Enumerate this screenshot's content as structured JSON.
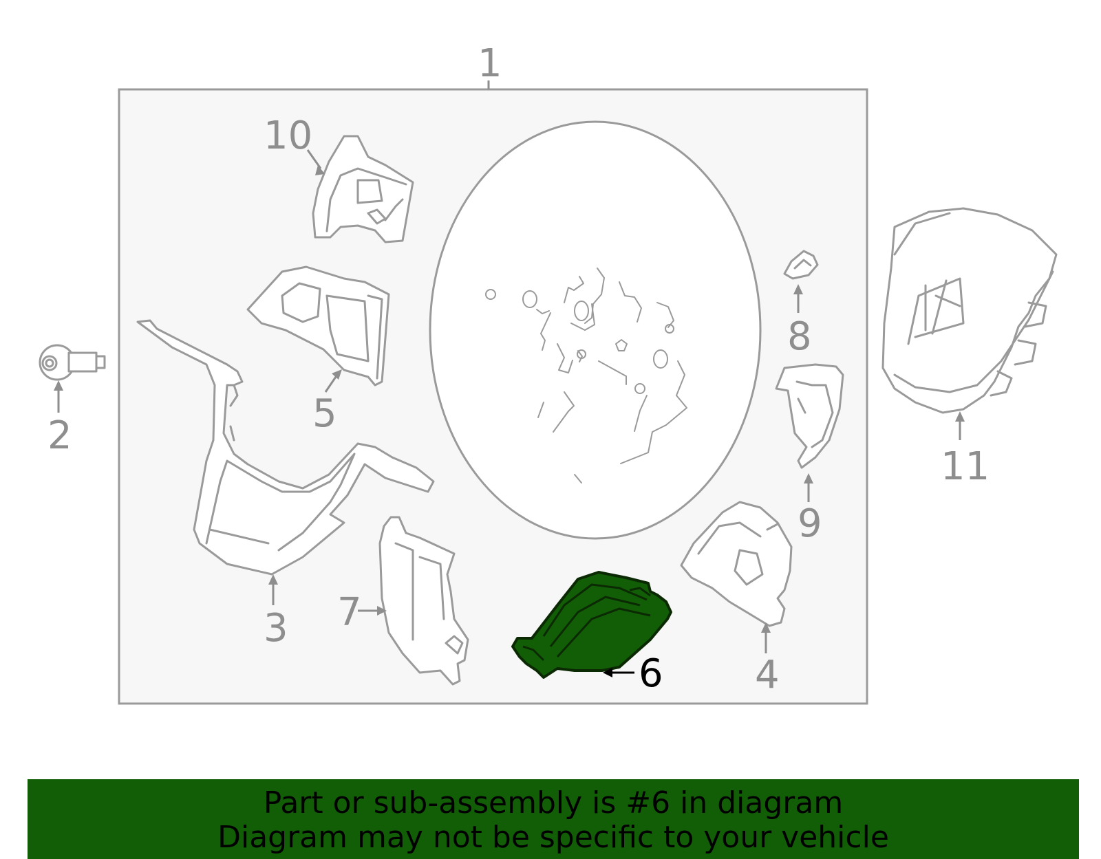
{
  "callouts": {
    "c1": "1",
    "c2": "2",
    "c3": "3",
    "c4": "4",
    "c5": "5",
    "c6": "6",
    "c7": "7",
    "c8": "8",
    "c9": "9",
    "c10": "10",
    "c11": "11"
  },
  "highlighted_part": "6",
  "colors": {
    "highlight": "#125e06",
    "line": "#9a9a9a",
    "box_background": "#f7f7f7"
  },
  "banner": {
    "line1": "Part or sub-assembly is #6 in diagram",
    "line2": "Diagram may not be specific to your vehicle"
  }
}
